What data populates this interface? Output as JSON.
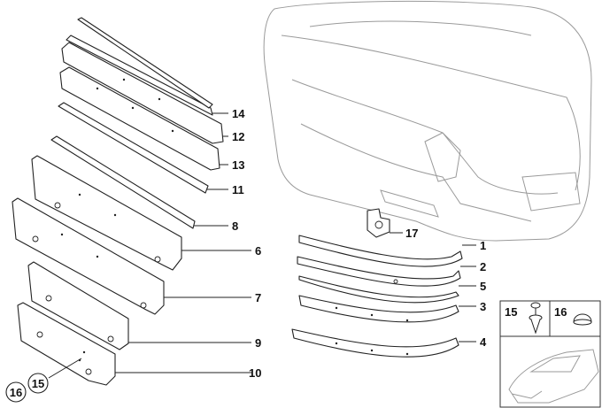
{
  "diagram": {
    "callouts": {
      "p14": "14",
      "p12": "12",
      "p13": "13",
      "p11": "11",
      "p8": "8",
      "p6": "6",
      "p7": "7",
      "p9": "9",
      "p10": "10",
      "p17": "17",
      "p1": "1",
      "p2": "2",
      "p5": "5",
      "p3": "3",
      "p4": "4",
      "circle15": "15",
      "circle16": "16"
    },
    "inset": {
      "left_label": "15",
      "right_label": "16"
    }
  }
}
